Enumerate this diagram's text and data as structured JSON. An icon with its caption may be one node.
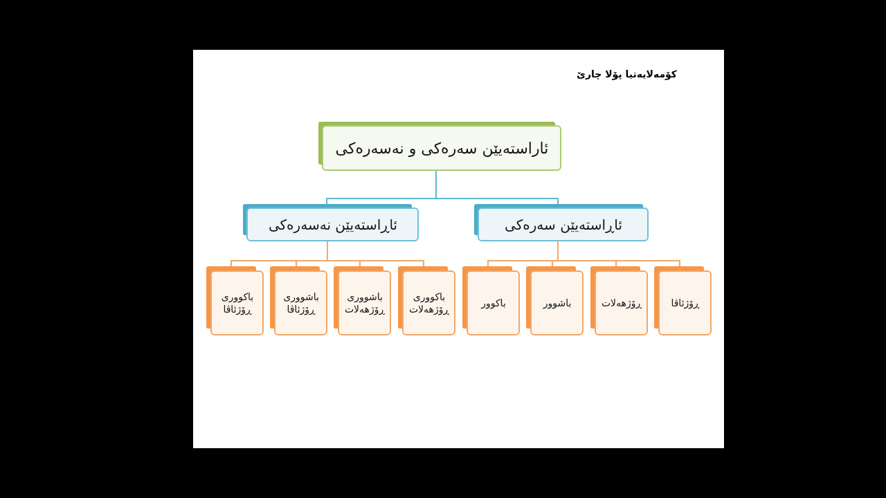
{
  "diagram": {
    "title": "کۆمەلایەتیا پۆلا چارێ",
    "nodes": [
      {
        "text": [
          "ئاراستەیێن سەرەکی و نەسەرەکی"
        ]
      },
      {
        "text": [
          "ئاڕاستەیێن سەرەکی"
        ]
      },
      {
        "text": [
          "ئاڕاستەیێن نەسەرەکی"
        ]
      },
      {
        "text": [
          "ڕۆژئاڤا"
        ]
      },
      {
        "text": [
          "ڕۆژهەلات"
        ]
      },
      {
        "text": [
          "باشوور"
        ]
      },
      {
        "text": [
          "باکوور"
        ]
      },
      {
        "text": [
          "باکووری ڕۆژهەلات"
        ]
      },
      {
        "text": [
          "باشووری ڕۆژهەلات"
        ]
      },
      {
        "text": [
          "باشووری ڕۆژئاڤا"
        ]
      },
      {
        "text": [
          "باکووری ڕۆژئاڤا"
        ]
      }
    ],
    "edges": [
      {
        "from": 0,
        "to": 1,
        "arrow": "none",
        "color": "#5fb8cf"
      },
      {
        "from": 0,
        "to": 2,
        "arrow": "none",
        "color": "#5fb8cf"
      },
      {
        "from": 1,
        "to": 3,
        "arrow": "none"
      },
      {
        "from": 1,
        "to": 4,
        "arrow": "none"
      },
      {
        "from": 1,
        "to": 5,
        "arrow": "none"
      },
      {
        "from": 1,
        "to": 6,
        "arrow": "none"
      },
      {
        "from": 2,
        "to": 7,
        "arrow": "none"
      },
      {
        "from": 2,
        "to": 8,
        "arrow": "none"
      },
      {
        "from": 2,
        "to": 9,
        "arrow": "none"
      },
      {
        "from": 2,
        "to": 10,
        "arrow": "none"
      }
    ]
  }
}
